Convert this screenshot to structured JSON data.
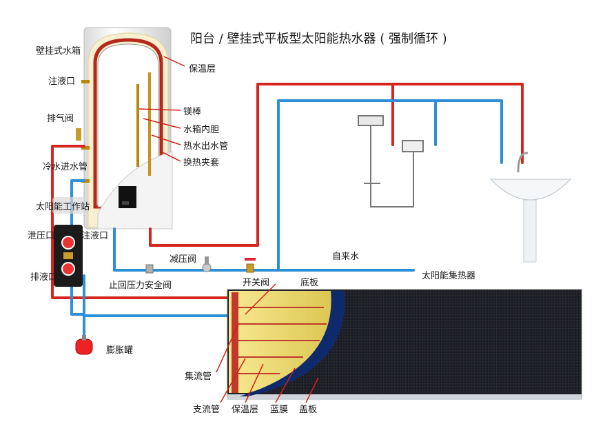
{
  "title": "阳台 / 壁挂式平板型太阳能热水器 ( 强制循环 )",
  "labels": {
    "wall_tank": "壁挂式水箱",
    "fill_port_top": "注液口",
    "vent_valve": "排气阀",
    "cold_inlet": "冷水进水管",
    "solar_station": "太阳能工作站",
    "relief_port": "泄压口",
    "fill_port_bottom": "注液口",
    "drain_port": "排液口",
    "insulation": "保温层",
    "magnesium_rod": "镁棒",
    "inner_tank": "水箱内胆",
    "hot_outlet": "热水出水管",
    "heat_jacket": "换热夹套",
    "pressure_reducer": "减压阀",
    "check_valve": "止回压力安全阀",
    "switch_valve": "开关阀",
    "tap_water": "自来水",
    "collector": "太阳能集热器",
    "base_plate": "底板",
    "header_pipe": "集流管",
    "branch_pipe": "支流管",
    "collector_insulation": "保温层",
    "blue_film": "蓝膜",
    "cover_plate": "盖板",
    "expansion_tank": "膨胀罐"
  },
  "colors": {
    "hot": "#d6251f",
    "cold": "#2f8fd6",
    "tank_fill": "#f6efd0",
    "panel": "#1e2027",
    "absorber": "#f2e27a",
    "blue_film": "#0f2a6b",
    "copper": "#b8860b"
  }
}
